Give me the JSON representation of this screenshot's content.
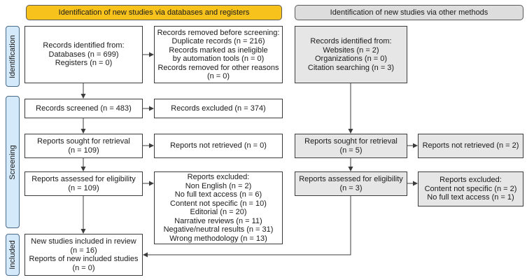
{
  "headers": {
    "databases": "Identification of new studies via databases and registers",
    "other": "Identification of new studies via other methods"
  },
  "phases": {
    "identification": "Identification",
    "screening": "Screening",
    "included": "Included"
  },
  "boxes": {
    "records_identified_db": [
      "Records identified from:",
      "Databases (n = 699)",
      "Registers (n = 0)"
    ],
    "records_removed": [
      "Records removed before screening:",
      "Duplicate records (n = 216)",
      "Records marked as ineligible",
      "by automation tools (n = 0)",
      "Records removed for other reasons",
      "(n = 0)"
    ],
    "records_identified_other": [
      "Records identified from:",
      "Websites (n = 2)",
      "Organizations (n = 0)",
      "Citation searching (n = 3)"
    ],
    "records_screened": [
      "Records screened (n = 483)"
    ],
    "records_excluded": [
      "Records excluded (n = 374)"
    ],
    "reports_sought_db": [
      "Reports sought for retrieval",
      "(n = 109)"
    ],
    "reports_not_retrieved_db": [
      "Reports not retrieved (n = 0)"
    ],
    "reports_sought_other": [
      "Reports sought for retrieval",
      "(n = 5)"
    ],
    "reports_not_retrieved_other": [
      "Reports not retrieved (n = 2)"
    ],
    "reports_assessed_db": [
      "Reports assessed for eligibility",
      "(n = 109)"
    ],
    "reports_excluded_db": [
      "Reports excluded:",
      "Non English (n = 2)",
      "No full text access (n = 6)",
      "Content not specific (n = 10)",
      "Editorial (n = 20)",
      "Narrative reviews (n = 11)",
      "Negative/neutral results (n = 31)",
      "Wrong methodology (n = 13)"
    ],
    "reports_assessed_other": [
      "Reports assessed for eligibility",
      "(n = 3)"
    ],
    "reports_excluded_other": [
      "Reports excluded:",
      "Content not specific (n = 2)",
      "No full text access (n = 1)"
    ],
    "included": [
      "New studies included in review",
      "(n = 16)",
      "Reports of new included studies",
      "(n = 0)"
    ]
  },
  "colors": {
    "header_databases": "#f7c21b",
    "header_other": "#dddddd",
    "phase_label": "#d4e9f9",
    "other_methods_box": "#e6e6e6",
    "arrow": "#3c3c3c"
  }
}
